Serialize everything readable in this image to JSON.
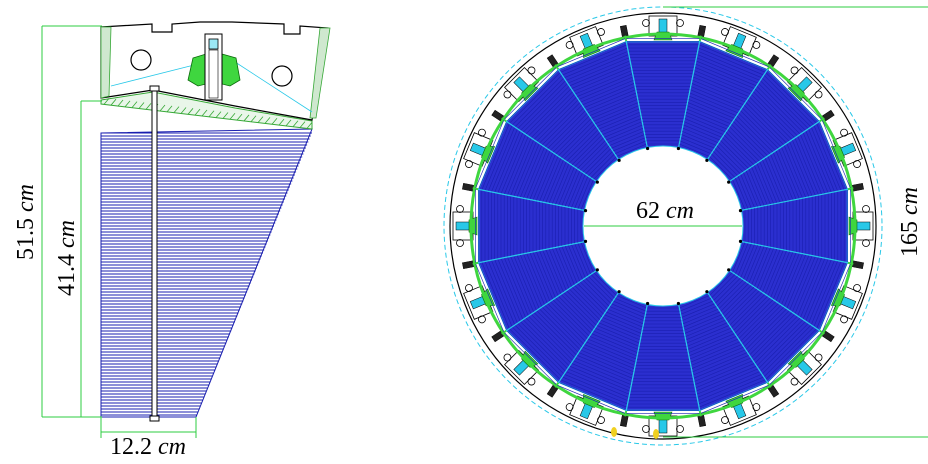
{
  "left_view": {
    "total_height": {
      "value": "51.5",
      "unit": "cm"
    },
    "stack_height": {
      "value": "41.4",
      "unit": "cm"
    },
    "bottom_width": {
      "value": "12.2",
      "unit": "cm"
    }
  },
  "right_view": {
    "inner_diameter": {
      "value": "62",
      "unit": "cm"
    },
    "outer_diameter": {
      "value": "165",
      "unit": "cm"
    },
    "module_count": 16
  },
  "colors": {
    "stack_fill": "#2b2fcf",
    "stack_lines": "#1a1fb0",
    "dimension_line": "#2ecc40",
    "bolt_green": "#3fd63f",
    "cyan_hardware": "#28c8e8",
    "hatch": "#36a836",
    "accent_yellow": "#f0d020"
  }
}
